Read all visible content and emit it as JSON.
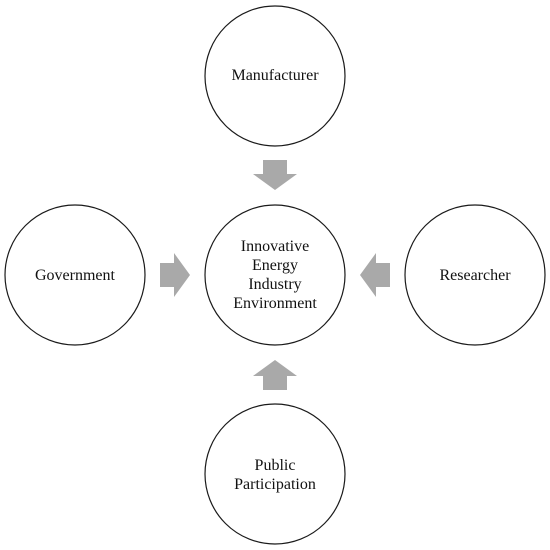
{
  "nodes": {
    "top": "Manufacturer",
    "center": "Innovative\nEnergy\nIndustry\nEnvironment",
    "left": "Government",
    "right": "Researcher",
    "bottom": "Public\nParticipation"
  },
  "colors": {
    "arrow": "#a9a9a9",
    "circle_stroke": "#1a1a1a",
    "background": "#ffffff"
  }
}
